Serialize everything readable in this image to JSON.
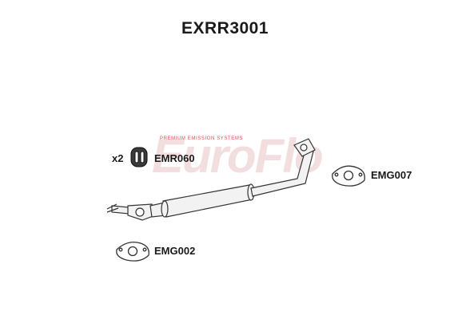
{
  "diagram": {
    "title": "EXRR3001",
    "watermark": {
      "brand": "EuroFlo",
      "tagline": "PREMIUM EMISSION SYSTEMS",
      "color": "#e8c8c8"
    },
    "parts": {
      "mount": {
        "code": "EMR060",
        "qty": "x2"
      },
      "gasket_rear": {
        "code": "EMG007"
      },
      "gasket_front": {
        "code": "EMG002"
      }
    }
  }
}
